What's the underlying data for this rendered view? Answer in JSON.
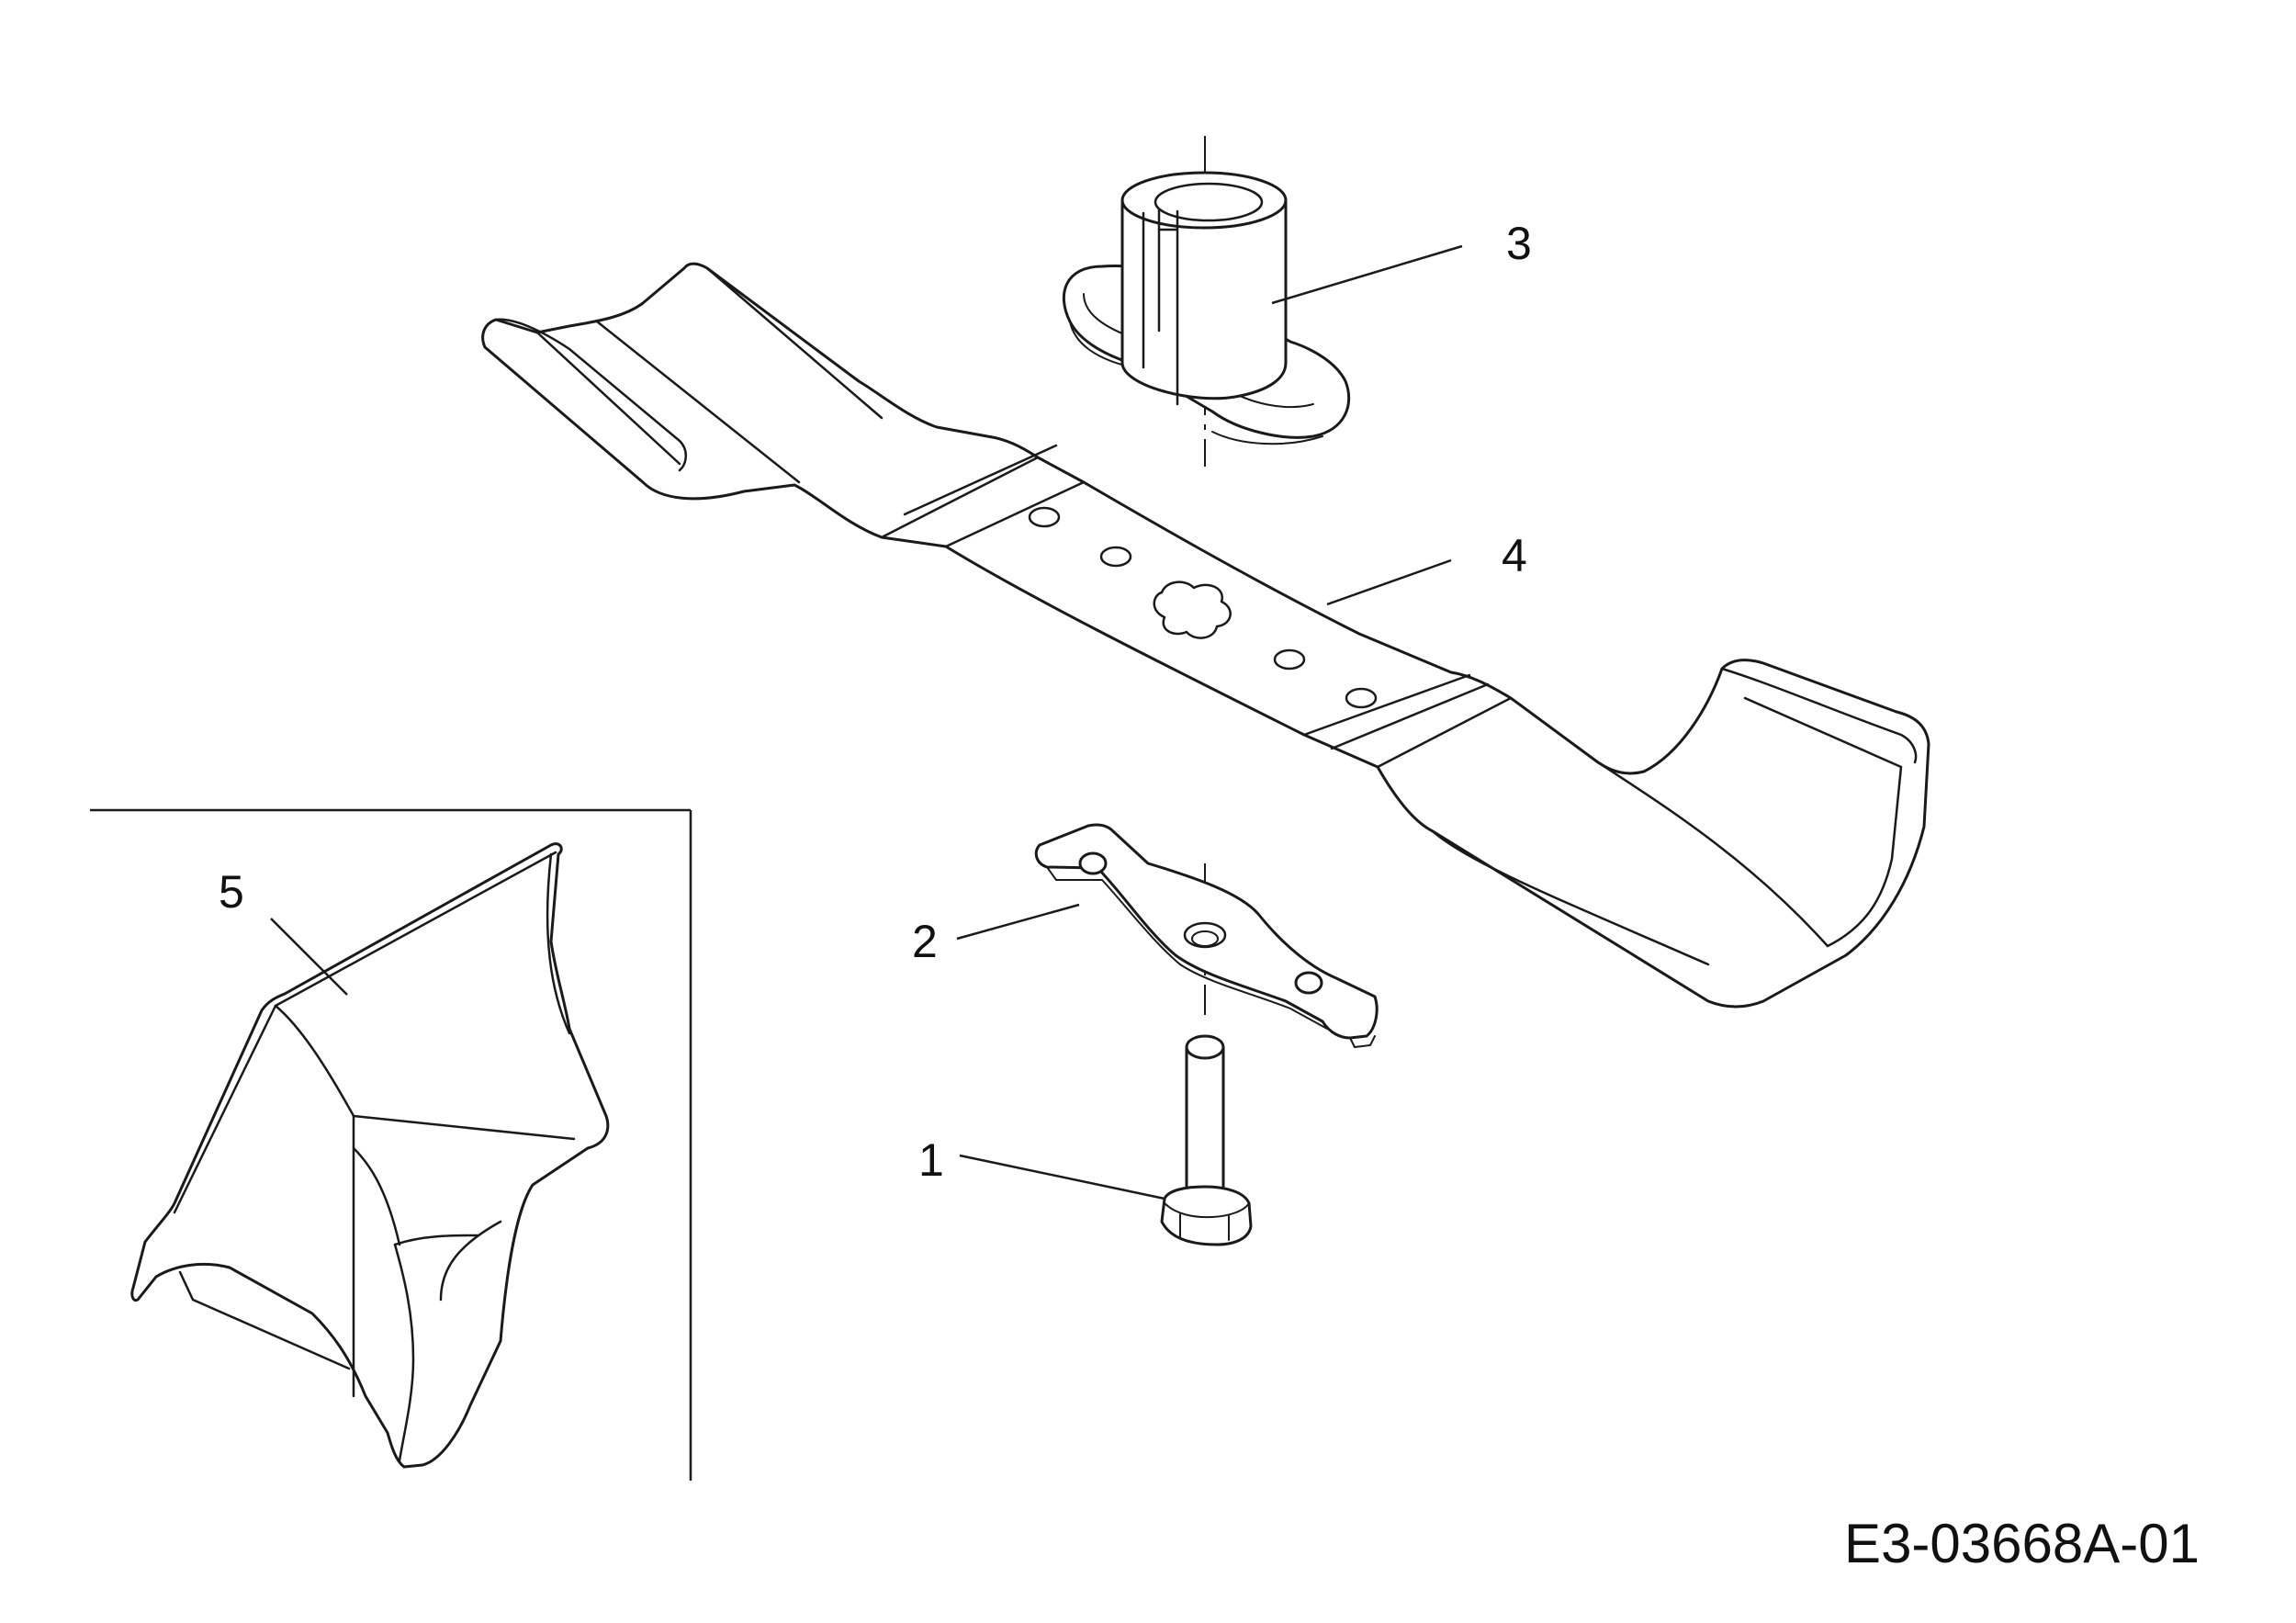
{
  "callouts": {
    "part_1": "1",
    "part_2": "2",
    "part_3": "3",
    "part_4": "4",
    "part_5": "5"
  },
  "drawing_number": "E3-03668A-01",
  "colors": {
    "ink": "#1a1a1a",
    "background": "#ffffff"
  }
}
